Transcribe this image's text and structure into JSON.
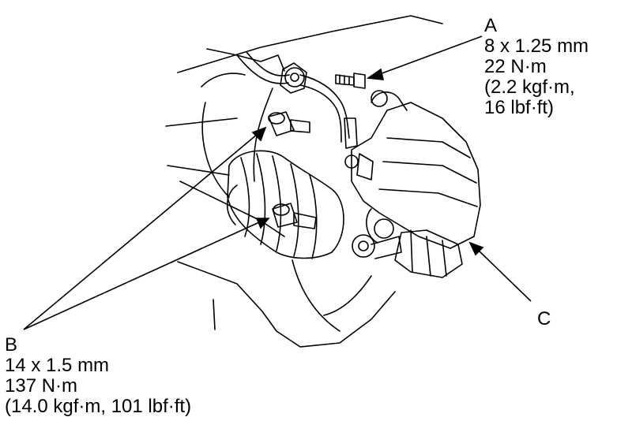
{
  "callouts": {
    "a": {
      "letter": "A",
      "lines": [
        "8 x 1.25 mm",
        "22 N·m",
        "(2.2 kgf·m,",
        "16 lbf·ft)"
      ]
    },
    "b": {
      "letter": "B",
      "lines": [
        "14 x 1.5 mm",
        "137 N·m",
        "(14.0 kgf·m, 101 lbf·ft)"
      ]
    },
    "c": {
      "letter": "C"
    }
  }
}
